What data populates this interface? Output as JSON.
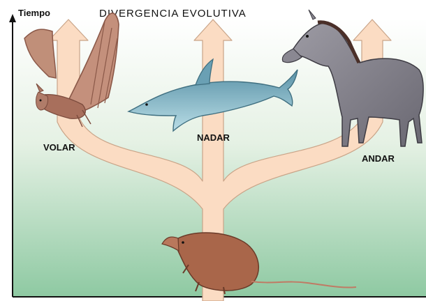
{
  "title": "DIVERGENCIA EVOLUTIVA",
  "axis": {
    "y_label": "Tiempo"
  },
  "branches": {
    "left": "VOLAR",
    "center": "NADAR",
    "right": "ANDAR"
  },
  "animals": {
    "ancestor": "shrew-like-mammal",
    "left": "bat",
    "center": "dolphin",
    "right": "horse"
  },
  "colors": {
    "bg_top": "#ffffff",
    "bg_bottom": "#8ec9a2",
    "branch_fill": "#fbdcc3",
    "branch_stroke": "#c9a488"
  }
}
